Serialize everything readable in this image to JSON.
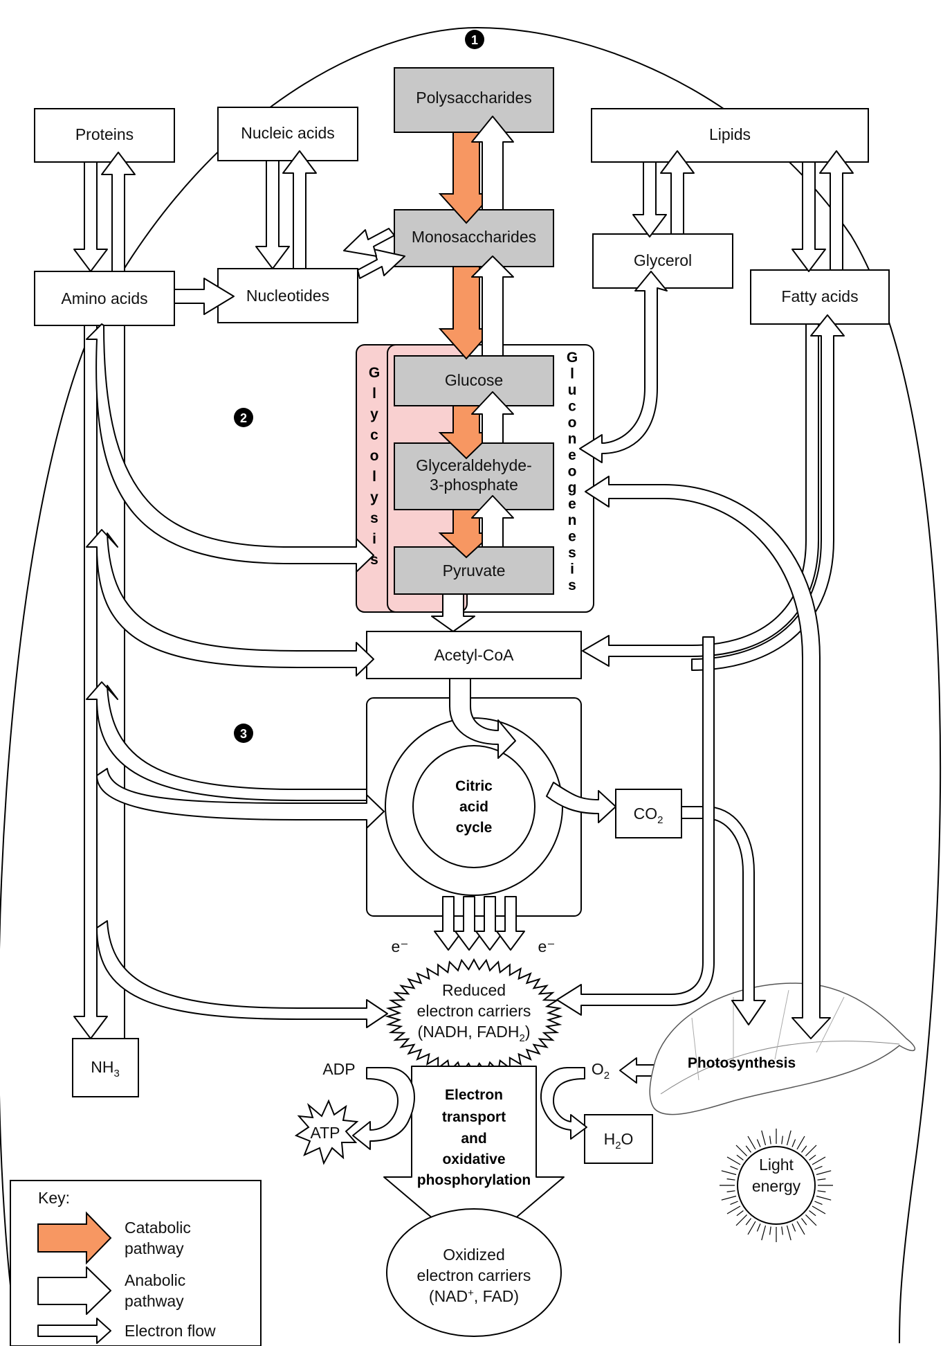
{
  "markers": [
    "1",
    "2",
    "3"
  ],
  "nodes": {
    "polysaccharides": "Polysaccharides",
    "proteins": "Proteins",
    "nucleic_acids": "Nucleic acids",
    "lipids": "Lipids",
    "monosaccharides": "Monosaccharides",
    "glycerol": "Glycerol",
    "amino_acids": "Amino acids",
    "nucleotides": "Nucleotides",
    "fatty_acids": "Fatty acids",
    "glucose": "Glucose",
    "g3p_line1": "Glyceraldehyde-",
    "g3p_line2": "3-phosphate",
    "pyruvate": "Pyruvate",
    "acetyl_coa": "Acetyl-CoA",
    "citric_line1": "Citric",
    "citric_line2": "acid",
    "citric_line3": "cycle",
    "co2": "CO",
    "co2_sub": "2",
    "nh3": "NH",
    "nh3_sub": "3",
    "electron_left": "e⁻",
    "electron_right": "e⁻",
    "reduced_line1": "Reduced",
    "reduced_line2": "electron carriers",
    "reduced_line3": "(NADH, FADH",
    "reduced_line3_sub": "2",
    "reduced_line3_end": ")",
    "adp": "ADP",
    "atp": "ATP",
    "o2": "O",
    "o2_sub": "2",
    "h2o_h": "H",
    "h2o_sub": "2",
    "h2o_o": "O",
    "etc_line1": "Electron",
    "etc_line2": "transport",
    "etc_line3": "and",
    "etc_line4": "oxidative",
    "etc_line5": "phosphorylation",
    "oxidized_line1": "Oxidized",
    "oxidized_line2": "electron carriers",
    "oxidized_line3": "(NAD",
    "oxidized_line3_sup": "+",
    "oxidized_line3_end": ", FAD)",
    "photosynthesis": "Photosynthesis",
    "light_line1": "Light",
    "light_line2": "energy"
  },
  "glycolysis_label": [
    "G",
    "l",
    "y",
    "c",
    "o",
    "l",
    "y",
    "s",
    "i",
    "s"
  ],
  "gluconeogenesis_label": [
    "G",
    "l",
    "u",
    "c",
    "o",
    "n",
    "e",
    "o",
    "g",
    "e",
    "n",
    "e",
    "s",
    "i",
    "s"
  ],
  "key": {
    "title": "Key:",
    "catabolic_line1": "Catabolic",
    "catabolic_line2": "pathway",
    "anabolic_line1": "Anabolic",
    "anabolic_line2": "pathway",
    "electron_flow": "Electron flow"
  },
  "colors": {
    "catabolic": "#f79762",
    "glycolysis_region": "#f9d0d0",
    "box_gray": "#c8c8c8",
    "stroke": "#000000"
  }
}
